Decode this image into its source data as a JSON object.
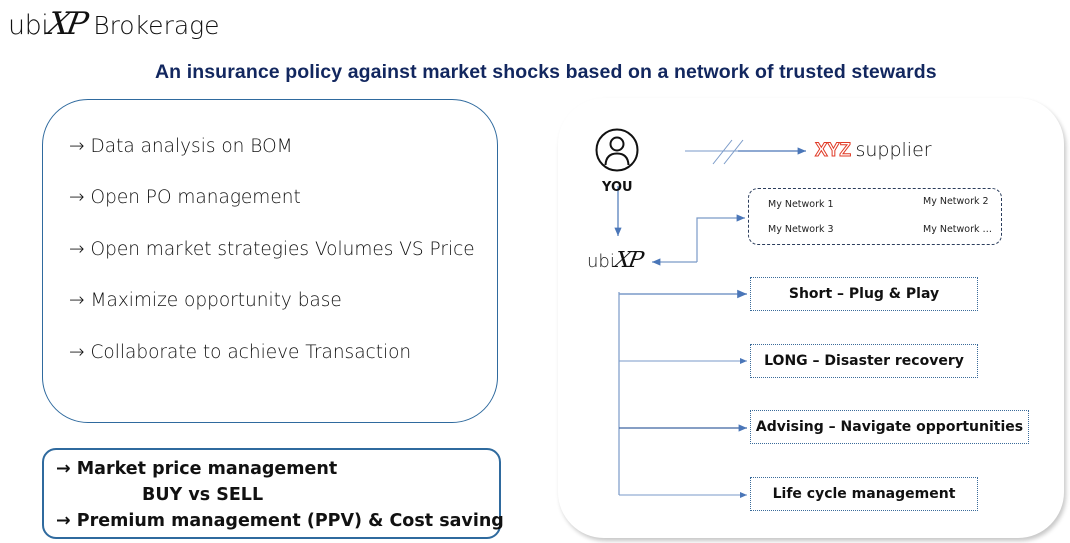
{
  "brand": {
    "logo_ubi": "ubi",
    "logo_xp": "XP",
    "product": "Brokerage"
  },
  "headline": "An insurance policy against market shocks based on a network of trusted stewards",
  "capabilities": [
    {
      "arrow": "→",
      "text": "Data analysis on BOM"
    },
    {
      "arrow": "→",
      "text": "Open PO management"
    },
    {
      "arrow": "→",
      "text": "Open market strategies Volumes VS Price"
    },
    {
      "arrow": "→",
      "text": "Maximize opportunity base"
    },
    {
      "arrow": "→",
      "text": "Collaborate to achieve Transaction"
    }
  ],
  "highlights": {
    "line1": "→ Market price management",
    "line2": "BUY vs SELL",
    "line3": "→ Premium management (PPV) & Cost saving"
  },
  "diagram": {
    "you_icon": "user-circle-icon",
    "you_label": "YOU",
    "supplier_brand": "XYZ",
    "supplier_label": "supplier",
    "hub_ubi": "ubi",
    "hub_xp": "XP",
    "networks": [
      "My Network 1",
      "My Network 2",
      "My Network 3",
      "My Network …"
    ],
    "options": [
      "Short – Plug & Play",
      "LONG – Disaster recovery",
      "Advising  – Navigate opportunities",
      "Life cycle management"
    ],
    "colors": {
      "connector": "#4a76b8",
      "supplier_outline": "#e03a26",
      "headline": "#12275f",
      "box_border": "#2f6a9e"
    }
  }
}
